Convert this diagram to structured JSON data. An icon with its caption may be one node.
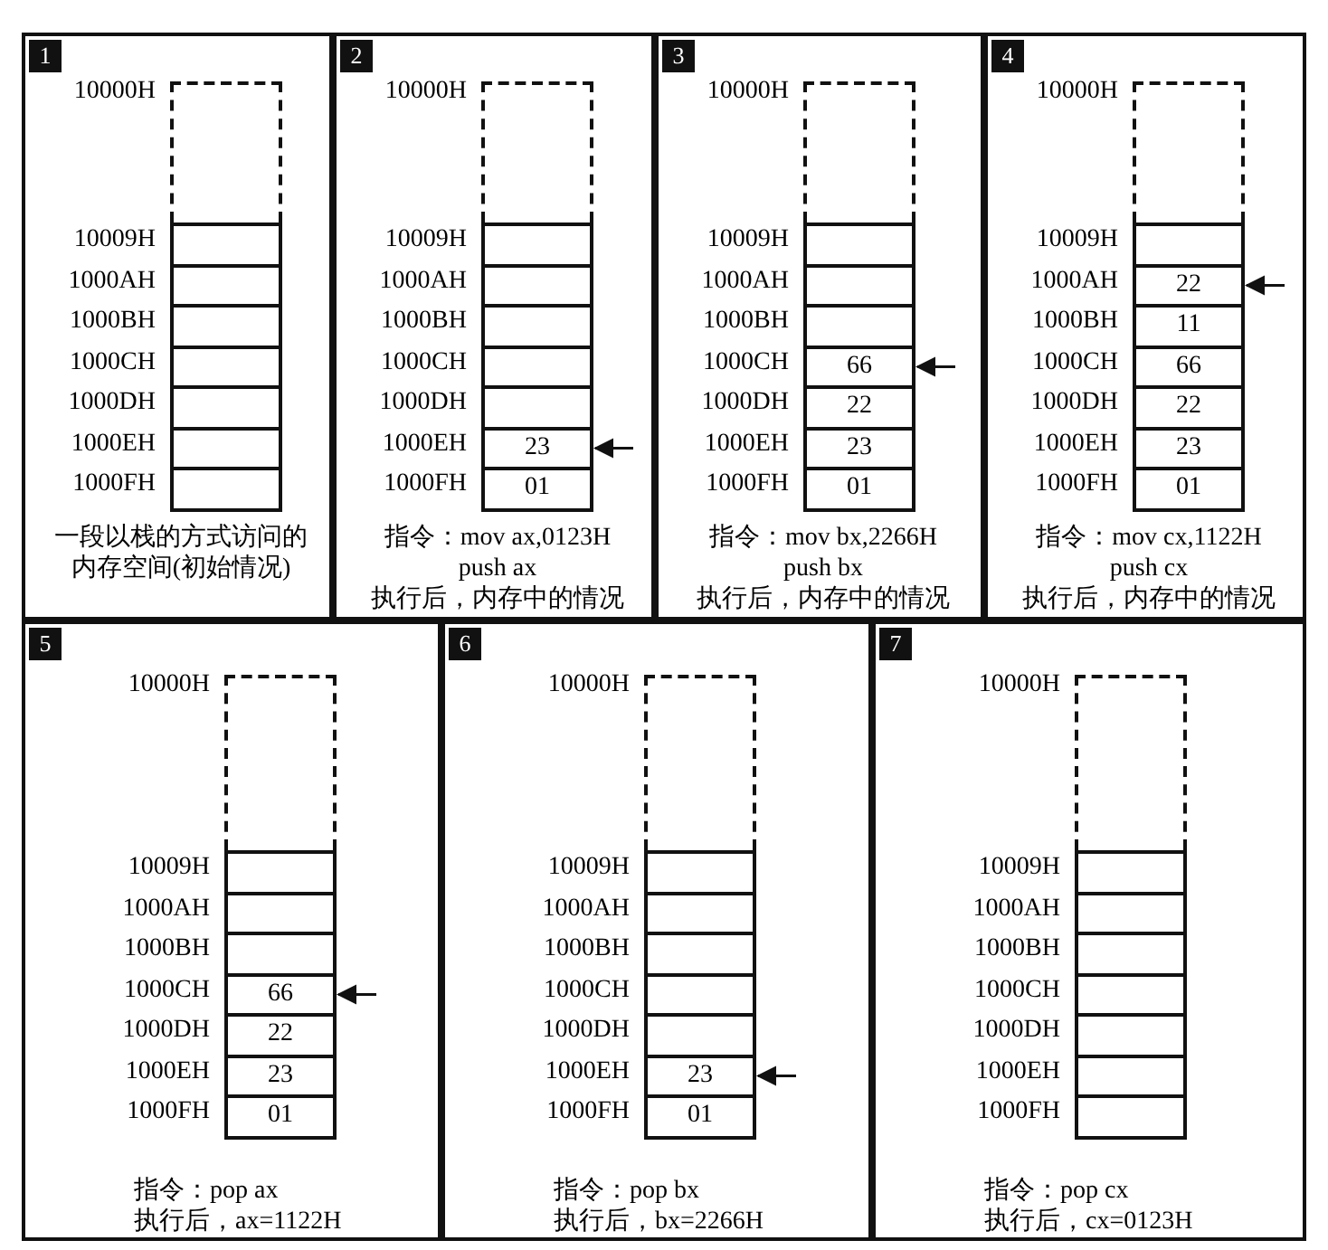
{
  "diagram": {
    "nodes": [
      {
        "text": [
          "1",
          "一段以栈的方式访问的内存空间(初始情况)"
        ]
      },
      {
        "text": [],
        "shape": "box",
        "beside": [
          "10000H"
        ],
        "in": 0
      },
      {
        "text": [],
        "shape": "box",
        "beside": [
          "10009H"
        ],
        "in": 0
      },
      {
        "text": [],
        "shape": "box",
        "beside": [
          "1000AH"
        ],
        "in": 0
      },
      {
        "text": [],
        "shape": "box",
        "beside": [
          "1000BH"
        ],
        "in": 0
      },
      {
        "text": [],
        "shape": "box",
        "beside": [
          "1000CH"
        ],
        "in": 0
      },
      {
        "text": [],
        "shape": "box",
        "beside": [
          "1000DH"
        ],
        "in": 0
      },
      {
        "text": [],
        "shape": "box",
        "beside": [
          "1000EH"
        ],
        "in": 0
      },
      {
        "text": [],
        "shape": "box",
        "beside": [
          "1000FH"
        ],
        "in": 0
      },
      {
        "text": [
          "2",
          "指令：mov ax,0123H push ax",
          "执行后，内存中的情况"
        ]
      },
      {
        "text": [],
        "shape": "box",
        "beside": [
          "10000H"
        ],
        "in": 9
      },
      {
        "text": [],
        "shape": "box",
        "beside": [
          "10009H"
        ],
        "in": 9
      },
      {
        "text": [],
        "shape": "box",
        "beside": [
          "1000AH"
        ],
        "in": 9
      },
      {
        "text": [],
        "shape": "box",
        "beside": [
          "1000BH"
        ],
        "in": 9
      },
      {
        "text": [],
        "shape": "box",
        "beside": [
          "1000CH"
        ],
        "in": 9
      },
      {
        "text": [],
        "shape": "box",
        "beside": [
          "1000DH"
        ],
        "in": 9
      },
      {
        "text": [
          "23"
        ],
        "beside": [
          "1000EH"
        ],
        "in": 9
      },
      {
        "text": [
          "01"
        ],
        "beside": [
          "1000FH"
        ],
        "in": 9
      },
      {
        "text": [
          "3",
          "指令：mov bx,2266H push bx",
          "执行后，内存中的情况"
        ]
      },
      {
        "text": [],
        "shape": "box",
        "beside": [
          "10000H"
        ],
        "in": 18
      },
      {
        "text": [],
        "shape": "box",
        "beside": [
          "10009H"
        ],
        "in": 18
      },
      {
        "text": [],
        "shape": "box",
        "beside": [
          "1000AH"
        ],
        "in": 18
      },
      {
        "text": [],
        "shape": "box",
        "beside": [
          "1000BH"
        ],
        "in": 18
      },
      {
        "text": [
          "66"
        ],
        "beside": [
          "1000CH"
        ],
        "in": 18
      },
      {
        "text": [
          "22"
        ],
        "beside": [
          "1000DH"
        ],
        "in": 18
      },
      {
        "text": [
          "23"
        ],
        "beside": [
          "1000EH"
        ],
        "in": 18
      },
      {
        "text": [
          "01"
        ],
        "beside": [
          "1000FH"
        ],
        "in": 18
      },
      {
        "text": [
          "4",
          "指令：mov cx,1122H push cx",
          "执行后，内存中的情况"
        ]
      },
      {
        "text": [],
        "shape": "box",
        "beside": [
          "10000H"
        ],
        "in": 27
      },
      {
        "text": [],
        "shape": "box",
        "beside": [
          "10009H"
        ],
        "in": 27
      },
      {
        "text": [
          "22"
        ],
        "beside": [
          "1000AH"
        ],
        "in": 27
      },
      {
        "text": [
          "11"
        ],
        "beside": [
          "1000BH"
        ],
        "in": 27
      },
      {
        "text": [
          "66"
        ],
        "beside": [
          "1000CH"
        ],
        "in": 27
      },
      {
        "text": [
          "22"
        ],
        "beside": [
          "1000DH"
        ],
        "in": 27
      },
      {
        "text": [
          "23"
        ],
        "beside": [
          "1000EH"
        ],
        "in": 27
      },
      {
        "text": [
          "01"
        ],
        "beside": [
          "1000FH"
        ],
        "in": 27
      },
      {
        "text": [
          "5",
          "指令：pop ax",
          "执行后，ax=1122H"
        ]
      },
      {
        "text": [],
        "shape": "box",
        "beside": [
          "10000H"
        ],
        "in": 36
      },
      {
        "text": [],
        "shape": "box",
        "beside": [
          "10009H"
        ],
        "in": 36
      },
      {
        "text": [],
        "shape": "box",
        "beside": [
          "1000AH"
        ],
        "in": 36
      },
      {
        "text": [],
        "shape": "box",
        "beside": [
          "1000BH"
        ],
        "in": 36
      },
      {
        "text": [
          "66"
        ],
        "beside": [
          "1000CH"
        ],
        "in": 36
      },
      {
        "text": [
          "22"
        ],
        "beside": [
          "1000DH"
        ],
        "in": 36
      },
      {
        "text": [
          "23"
        ],
        "beside": [
          "1000EH"
        ],
        "in": 36
      },
      {
        "text": [
          "01"
        ],
        "beside": [
          "1000FH"
        ],
        "in": 36
      },
      {
        "text": [
          "6",
          "指令：pop bx",
          "执行后，bx=2266H"
        ]
      },
      {
        "text": [],
        "shape": "box",
        "beside": [
          "10000H"
        ],
        "in": 45
      },
      {
        "text": [],
        "shape": "box",
        "beside": [
          "10009H"
        ],
        "in": 45
      },
      {
        "text": [],
        "shape": "box",
        "beside": [
          "1000AH"
        ],
        "in": 45
      },
      {
        "text": [],
        "shape": "box",
        "beside": [
          "1000BH"
        ],
        "in": 45
      },
      {
        "text": [],
        "shape": "box",
        "beside": [
          "1000CH"
        ],
        "in": 45
      },
      {
        "text": [],
        "shape": "box",
        "beside": [
          "1000DH"
        ],
        "in": 45
      },
      {
        "text": [
          "23"
        ],
        "beside": [
          "1000EH"
        ],
        "in": 45
      },
      {
        "text": [
          "01"
        ],
        "beside": [
          "1000FH"
        ],
        "in": 45
      },
      {
        "text": [
          "7",
          "指令：pop cx",
          "执行后，cx=0123H"
        ]
      },
      {
        "text": [],
        "shape": "box",
        "beside": [
          "10000H"
        ],
        "in": 54
      },
      {
        "text": [],
        "shape": "box",
        "beside": [
          "10009H"
        ],
        "in": 54
      },
      {
        "text": [],
        "shape": "box",
        "beside": [
          "1000AH"
        ],
        "in": 54
      },
      {
        "text": [],
        "shape": "box",
        "beside": [
          "1000BH"
        ],
        "in": 54
      },
      {
        "text": [],
        "shape": "box",
        "beside": [
          "1000CH"
        ],
        "in": 54
      },
      {
        "text": [],
        "shape": "box",
        "beside": [
          "1000DH"
        ],
        "in": 54
      },
      {
        "text": [],
        "shape": "box",
        "beside": [
          "1000EH"
        ],
        "in": 54
      },
      {
        "text": [],
        "shape": "box",
        "beside": [
          "1000FH"
        ],
        "in": 54
      }
    ],
    "edges": [
      {
        "from": null,
        "to": 16,
        "arrow": "to"
      },
      {
        "from": null,
        "to": 23,
        "arrow": "to"
      },
      {
        "from": null,
        "to": 30,
        "arrow": "to"
      },
      {
        "from": null,
        "to": 41,
        "arrow": "to"
      },
      {
        "from": null,
        "to": 52,
        "arrow": "to"
      }
    ]
  }
}
